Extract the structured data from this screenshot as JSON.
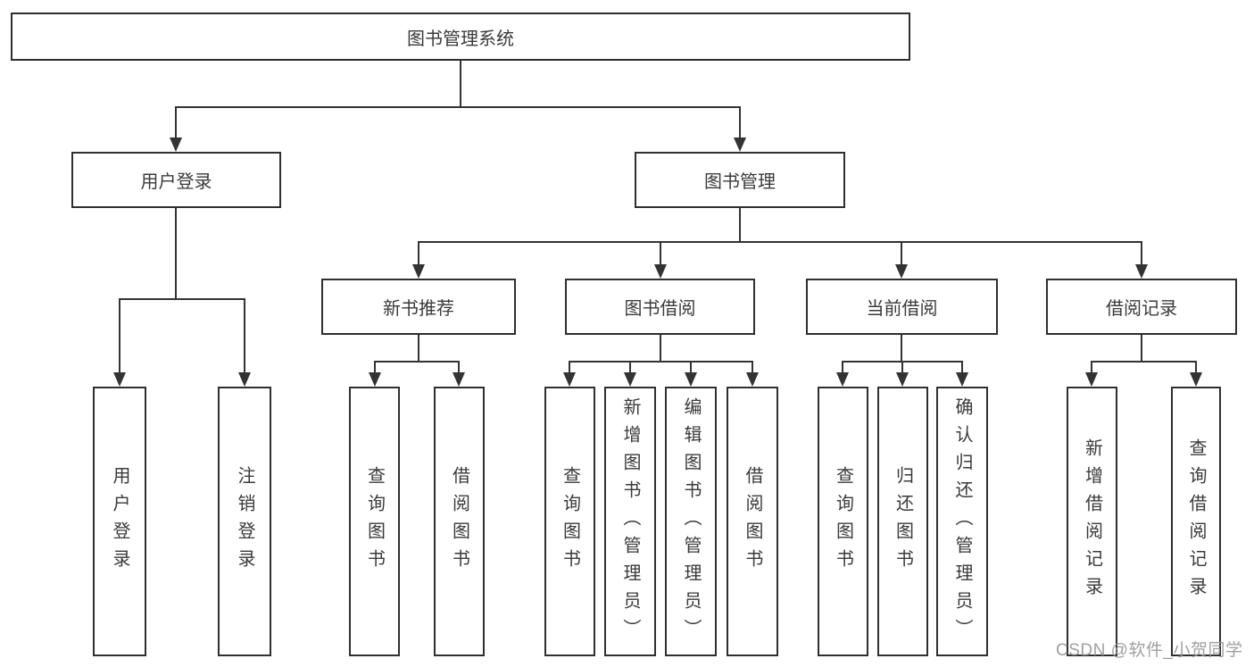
{
  "diagram": {
    "root": {
      "label": "图书管理系统"
    },
    "branches": [
      {
        "label": "用户登录",
        "children": [
          "用户登录",
          "注销登录"
        ]
      },
      {
        "label": "图书管理",
        "children_groups": [
          {
            "label": "新书推荐",
            "children": [
              "查询图书",
              "借阅图书"
            ]
          },
          {
            "label": "图书借阅",
            "children": [
              "查询图书",
              "新增图书（管理员）",
              "编辑图书（管理员）",
              "借阅图书"
            ]
          },
          {
            "label": "当前借阅",
            "children": [
              "查询图书",
              "归还图书",
              "确认归还（管理员）"
            ]
          },
          {
            "label": "借阅记录",
            "children": [
              "新增借阅记录",
              "查询借阅记录"
            ]
          }
        ]
      }
    ],
    "watermark": "CSDN @软件_小贺同学"
  }
}
